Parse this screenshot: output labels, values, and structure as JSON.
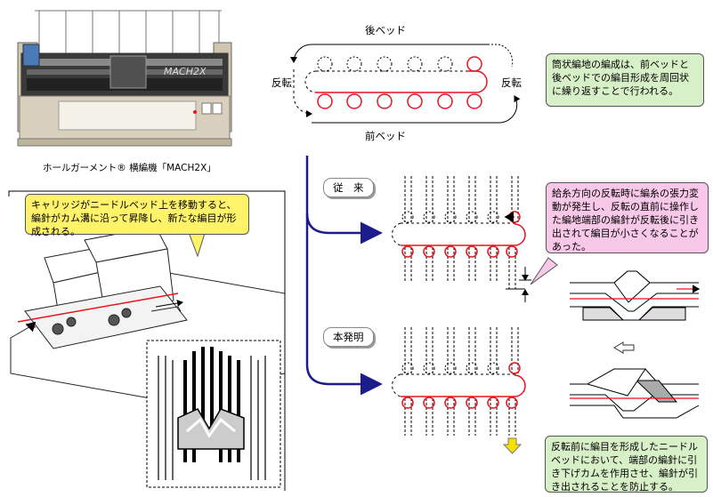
{
  "machine": {
    "caption": "ホールガーメント® 横編機「MACH2X」",
    "brand": "MACH2X"
  },
  "top_diagram": {
    "back_bed": "後ベッド",
    "front_bed": "前ベッド",
    "reverse_left": "反転",
    "reverse_right": "反転"
  },
  "notes": {
    "tubular": "筒状編地の編成は、前ベッドと後ベッドでの編目形成を周回状に繰り返すことで行われる。",
    "carriage": "キャリッジがニードルベッド上を移動すると、編針がカム溝に沿って昇降し、新たな編目が形成される。",
    "conventional_problem": "給糸方向の反転時に編糸の張力変動が発生し、反転の直前に操作した編地端部の編針が反転後に引き出されて編目が小さくなることがあった。",
    "invention": "反転前に編目を形成したニードルベッドにおいて、端部の編針に引き下げカムを作用させ、編針が引き出されることを防止する。"
  },
  "sections": {
    "conventional": "従　来",
    "invention": "本発明"
  },
  "colors": {
    "red": "#e8141c",
    "navy": "#1c1c8c",
    "green_note": "#d8f0c8",
    "yellow_note": "#fff36a",
    "pink_note": "#f7c8e8"
  }
}
